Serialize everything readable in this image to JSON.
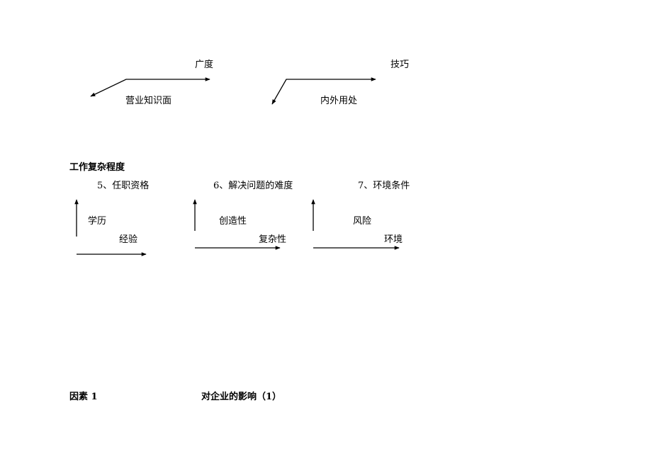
{
  "diagram_top": {
    "left_block": {
      "upper_label": "广度",
      "lower_label": "营业知识面"
    },
    "right_block": {
      "upper_label": "技巧",
      "lower_label": "内外用处"
    }
  },
  "section_title": "工作复杂程度",
  "factors": [
    {
      "heading": "5、任职资格",
      "vertical_label": "学历",
      "horizontal_label": "经验"
    },
    {
      "heading": "6、解决问题的难度",
      "vertical_label": "创造性",
      "horizontal_label": "复杂性"
    },
    {
      "heading": "7、环境条件",
      "vertical_label": "风险",
      "horizontal_label": "环境"
    }
  ],
  "footer": {
    "left": "因素 1",
    "right": "对企业的影响（1）"
  }
}
